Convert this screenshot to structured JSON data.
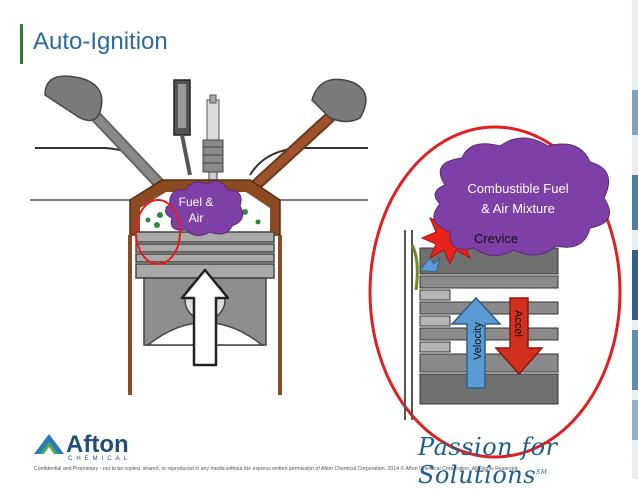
{
  "slide": {
    "title": "Auto-Ignition",
    "footer": "Confidential and Proprietary - not to be copied, shared, or reproduced in any media without the express written permission of Afton Chemical Corporation. 2014 © Afton Chemical Corporation, All Rights Reserved",
    "tagline": "Passion for Solutions",
    "tagline_mark": "SM",
    "logo_name": "Afton",
    "logo_sub": "CHEMICAL",
    "accent_color": "#2b6a9a"
  },
  "diagram": {
    "engine_cloud_label_line1": "Fuel &",
    "engine_cloud_label_line2": "Air",
    "detail_cloud_label_line1": "Combustible Fuel",
    "detail_cloud_label_line2": "& Air Mixture",
    "crevice_label": "Crevice",
    "velocity_label": "Velocity",
    "accel_label": "Accel"
  }
}
